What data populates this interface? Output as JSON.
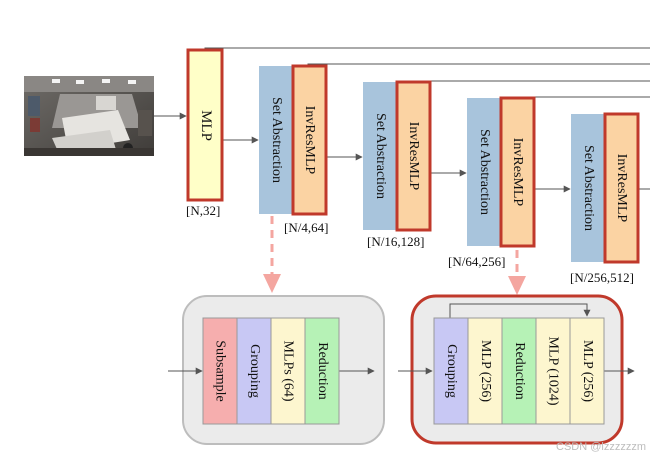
{
  "input_image": {
    "icon": "office-room-photo"
  },
  "encoder": {
    "mlp_label": "MLP",
    "mlp_dim": "[N,32]",
    "stages": [
      {
        "sa_label": "Set Abstraction",
        "inv_label": "InvResMLP",
        "dim": "[N/4,64]"
      },
      {
        "sa_label": "Set Abstraction",
        "inv_label": "InvResMLP",
        "dim": "[N/16,128]"
      },
      {
        "sa_label": "Set Abstraction",
        "inv_label": "InvResMLP",
        "dim": "[N/64,256]"
      },
      {
        "sa_label": "Set Abstraction",
        "inv_label": "InvResMLP",
        "dim": "[N/256,512]"
      }
    ]
  },
  "set_abstraction_detail": {
    "blocks": [
      "Subsample",
      "Grouping",
      "MLPs (64)",
      "Reduction"
    ]
  },
  "invresmlp_detail": {
    "blocks": [
      "Grouping",
      "MLP (256)",
      "Reduction",
      "MLP (1024)",
      "MLP (256)"
    ]
  },
  "colors": {
    "mlp_fill": "#ffffc8",
    "sa_fill": "#a8c4dc",
    "inv_fill": "#fbd3a3",
    "highlight_border": "#c0392b",
    "dashed_arrow": "#f4a6a0",
    "subsample": "#f6aeae",
    "grouping": "#c8c8f4",
    "mlp_block": "#fdf6cf",
    "reduction": "#b6f2b6",
    "panel_bg": "#ebebeb"
  },
  "watermark": "CSDN @lzzzzzzm"
}
